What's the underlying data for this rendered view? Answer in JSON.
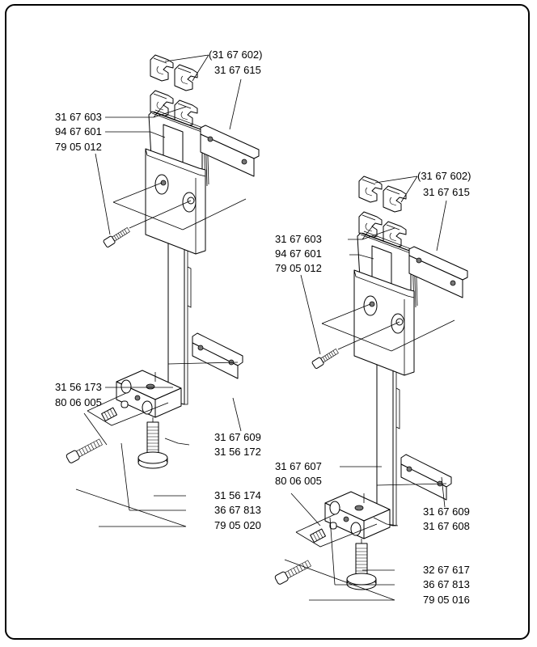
{
  "diagram": {
    "left_assembly": {
      "labels": {
        "spring_clips_optional": "(31 67 602)",
        "side_plate": "31 67 615",
        "spring_clips": "31 67 603",
        "blade_stack": "94 67 601",
        "screw_top": "79 05 012",
        "rod": "31 56 173",
        "set_screw": "80 06 005",
        "lower_plate": "31 67 609",
        "block": "31 56 172",
        "bolt": "31 56 174",
        "pin": "36 67 813",
        "screw_bottom": "79 05 020"
      }
    },
    "right_assembly": {
      "labels": {
        "spring_clips_optional": "(31 67 602)",
        "side_plate": "31 67 615",
        "spring_clips": "31 67 603",
        "blade_stack": "94 67 601",
        "screw_top": "79 05 012",
        "rod": "31 67 607",
        "set_screw": "80 06 005",
        "lower_plate": "31 67 609",
        "block": "31 67 608",
        "bolt": "32 67 617",
        "pin": "36 67 813",
        "screw_bottom": "79 05 016"
      }
    }
  }
}
